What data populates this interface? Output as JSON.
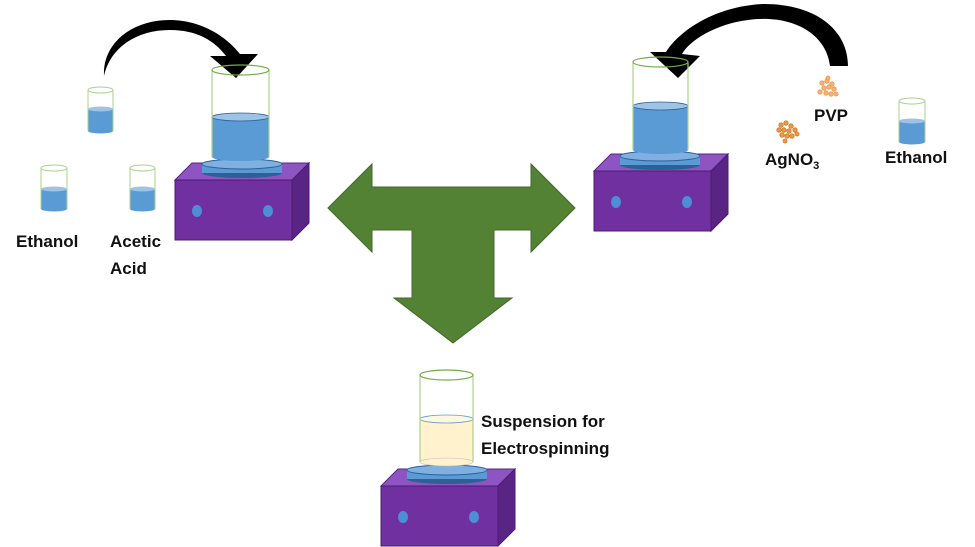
{
  "labels": {
    "ethanol_left": "Ethanol",
    "acetic_line1": "Acetic",
    "acetic_line2": "Acid",
    "pvp": "PVP",
    "agno3_main": "AgNO",
    "agno3_sub": "3",
    "ethanol_right": "Ethanol",
    "suspension_line1": "Suspension for",
    "suspension_line2": "Electrospinning"
  },
  "colors": {
    "stirrer_front": "#7030a0",
    "stirrer_top": "#8e55c2",
    "stirrer_side": "#5a2485",
    "stirrer_knob": "#4d8fd6",
    "stirrer_plate": "#5b9bd5",
    "plate_outline": "#2e6096",
    "liquid_blue": "#5b9bd5",
    "liquid_blue_top": "#9dc3e6",
    "liquid_cream": "#fff2cc",
    "glass_outline": "#70ad47",
    "glass_rim": "#a9d18e",
    "arrow_green": "#548235",
    "arrow_black": "#000000",
    "powder": "#f4b183",
    "powder_dark": "#ed9a46"
  },
  "icons": {
    "t_arrow": "green-three-way-arrow-icon",
    "curved_arrow": "black-curved-arrow-icon",
    "powder": "powder-particles-icon",
    "stirrer": "magnetic-stirrer-icon",
    "beaker": "beaker-icon"
  }
}
